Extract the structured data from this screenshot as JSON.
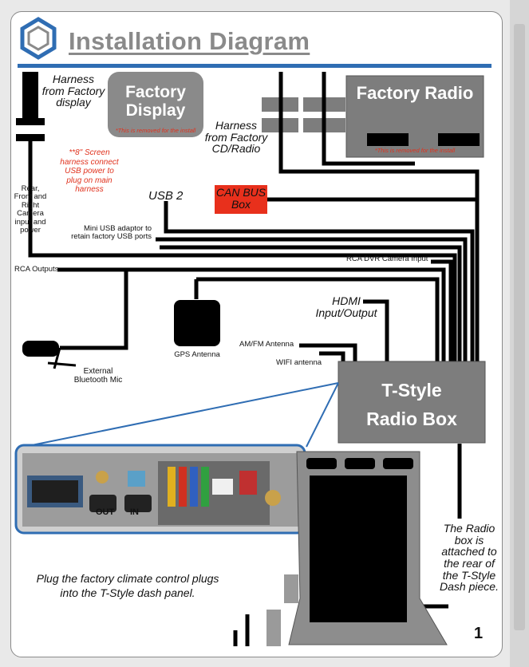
{
  "title": "Installation Diagram",
  "factory_display": {
    "line1": "Factory",
    "line2": "Display",
    "note": "*This is removed for the install"
  },
  "factory_radio": {
    "title": "Factory Radio",
    "note": "*This is removed for the install"
  },
  "harness_display": {
    "line1": "Harness",
    "line2": "from Factory",
    "line3": "display"
  },
  "harness_cd": {
    "line1": "Harness",
    "line2": "from Factory",
    "line3": "CD/Radio"
  },
  "screen_note": {
    "line1": "**8\" Screen",
    "line2": "harness connect",
    "line3": "USB power to",
    "line4": "plug on main",
    "line5": "harness"
  },
  "camera": {
    "line1": "Rear,",
    "line2": "Front and",
    "line3": "Right",
    "line4": "Camera",
    "line5": "input and",
    "line6": "power"
  },
  "usb2": "USB 2",
  "canbus": {
    "line1": "CAN BUS",
    "line2": "Box"
  },
  "mini_usb": {
    "line1": "Mini USB adaptor to",
    "line2": "retain factory USB ports"
  },
  "rca_dvr": "RCA DVR Camera Input",
  "rca_outputs": "RCA Outputs",
  "hdmi": {
    "line1": "HDMI",
    "line2": "Input/Output"
  },
  "gps": "GPS Antenna",
  "amfm": "AM/FM Antenna",
  "wifi": "WIFI antenna",
  "bt_mic": {
    "line1": "External",
    "line2": "Bluetooth Mic"
  },
  "tstyle": {
    "line1": "T-Style",
    "line2": "Radio Box"
  },
  "photo_labels": {
    "out": "OUT",
    "in": "IN"
  },
  "attached_note": {
    "line1": "The Radio",
    "line2": "box is",
    "line3": "attached to",
    "line4": "the rear of",
    "line5": "the T-Style",
    "line6": "Dash piece."
  },
  "climate_note": {
    "line1": "Plug the factory climate control plugs",
    "line2": "into the T-Style dash panel."
  },
  "page_number": "1",
  "colors": {
    "accent_blue": "#2f6db3",
    "gray_box": "#7d7d7d",
    "canbus_red": "#e8301c",
    "wire": "#000000"
  }
}
